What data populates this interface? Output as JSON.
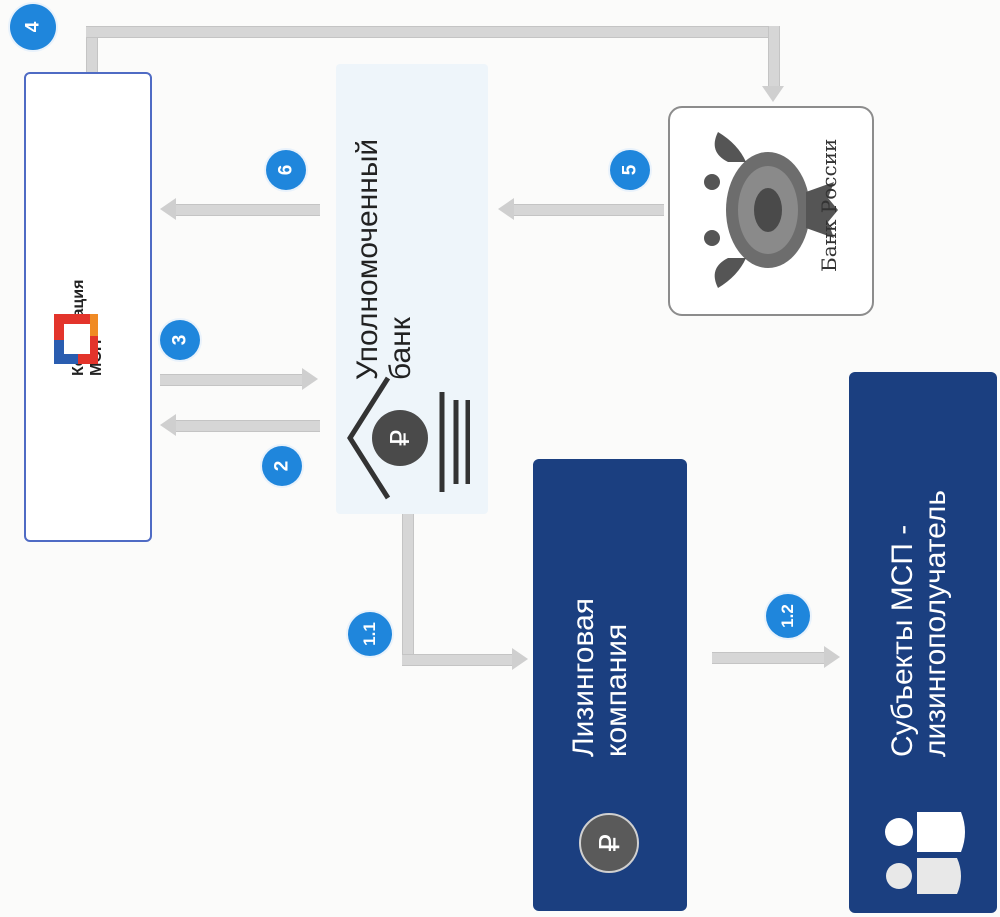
{
  "nodes": {
    "corporation": {
      "line1": "Корпорация",
      "line2": "МСП"
    },
    "bank": {
      "line1": "Уполномоченный",
      "line2": "банк"
    },
    "central_bank": {
      "seal_text": "Банк России"
    },
    "leasing": {
      "line1": "Лизинговая",
      "line2": "компания"
    },
    "subjects": {
      "line1": "Субъекты МСП -",
      "line2": "лизингополучатель"
    }
  },
  "badges": {
    "b4": "4",
    "b6": "6",
    "b5": "5",
    "b3": "3",
    "b2": "2",
    "b11": "1.1",
    "b12": "1.2"
  },
  "icons": {
    "ruble": "₽"
  },
  "colors": {
    "badge_blue": "#1f86dc",
    "navy": "#1b3f80",
    "corp_border": "#4f6bc4",
    "logo_red": "#e3342b",
    "logo_blue": "#2a5db0"
  }
}
